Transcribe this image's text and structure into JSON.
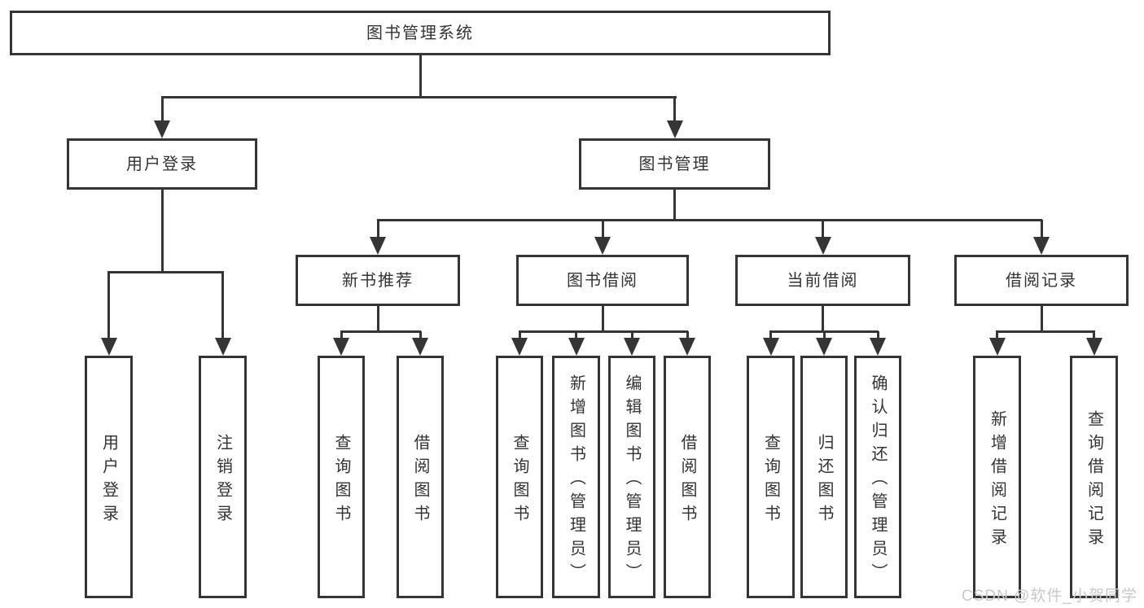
{
  "diagram": {
    "nodes": [
      {
        "id": "root",
        "label": "图书管理系统",
        "parent": null
      },
      {
        "id": "user-login",
        "label": "用户登录",
        "parent": "root"
      },
      {
        "id": "book-mgmt",
        "label": "图书管理",
        "parent": "root"
      },
      {
        "id": "leaf-user-login",
        "label": "用户登录",
        "parent": "user-login",
        "vertical": true
      },
      {
        "id": "leaf-logout",
        "label": "注销登录",
        "parent": "user-login",
        "vertical": true
      },
      {
        "id": "new-book-rec",
        "label": "新书推荐",
        "parent": "book-mgmt"
      },
      {
        "id": "book-borrow",
        "label": "图书借阅",
        "parent": "book-mgmt"
      },
      {
        "id": "current-borrow",
        "label": "当前借阅",
        "parent": "book-mgmt"
      },
      {
        "id": "borrow-record",
        "label": "借阅记录",
        "parent": "book-mgmt"
      },
      {
        "id": "leaf-nb-query",
        "label": "查询图书",
        "parent": "new-book-rec",
        "vertical": true
      },
      {
        "id": "leaf-nb-borrow",
        "label": "借阅图书",
        "parent": "new-book-rec",
        "vertical": true
      },
      {
        "id": "leaf-bb-query",
        "label": "查询图书",
        "parent": "book-borrow",
        "vertical": true
      },
      {
        "id": "leaf-bb-add",
        "label": "新增图书（管理员）",
        "parent": "book-borrow",
        "vertical": true
      },
      {
        "id": "leaf-bb-edit",
        "label": "编辑图书（管理员）",
        "parent": "book-borrow",
        "vertical": true
      },
      {
        "id": "leaf-bb-borrow",
        "label": "借阅图书",
        "parent": "book-borrow",
        "vertical": true
      },
      {
        "id": "leaf-cb-query",
        "label": "查询图书",
        "parent": "current-borrow",
        "vertical": true
      },
      {
        "id": "leaf-cb-return",
        "label": "归还图书",
        "parent": "current-borrow",
        "vertical": true
      },
      {
        "id": "leaf-cb-confirm",
        "label": "确认归还（管理员）",
        "parent": "current-borrow",
        "vertical": true
      },
      {
        "id": "leaf-rec-add",
        "label": "新增借阅记录",
        "parent": "borrow-record",
        "vertical": true
      },
      {
        "id": "leaf-rec-query",
        "label": "查询借阅记录",
        "parent": "borrow-record",
        "vertical": true
      }
    ]
  },
  "watermark": {
    "text": "CSDN @软件_小贺同学"
  },
  "colors": {
    "line": "#353535",
    "text": "#333333",
    "background": "#ffffff",
    "watermark": "#c9c9c9"
  }
}
